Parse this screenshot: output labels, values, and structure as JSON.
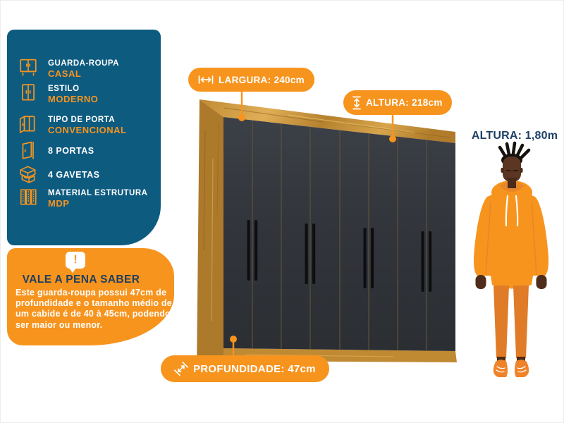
{
  "colors": {
    "panel_blue": "#0e5b80",
    "accent_orange": "#f7941e",
    "navy_text": "#1d3e5f",
    "door_gray": "#33373d",
    "wood": "#c9953d",
    "handle_black": "#0d0e11",
    "skin_brown": "#5b3623",
    "pants_orange": "#e07b28",
    "white": "#ffffff"
  },
  "spec_panel": {
    "items": [
      {
        "icon": "wardrobe-double-icon",
        "label": "GUARDA-ROUPA",
        "value": "CASAL"
      },
      {
        "icon": "wardrobe-style-icon",
        "label": "ESTILO",
        "value": "MODERNO"
      },
      {
        "icon": "door-type-icon",
        "label": "TIPO DE PORTA",
        "value": "CONVENCIONAL"
      },
      {
        "icon": "open-door-icon",
        "label": "8 PORTAS",
        "value": ""
      },
      {
        "icon": "drawers-icon",
        "label": "4 GAVETAS",
        "value": ""
      },
      {
        "icon": "boards-icon",
        "label": "MATERIAL ESTRUTURA",
        "value": "MDP"
      }
    ]
  },
  "tip_panel": {
    "icon": "alert-bubble-icon",
    "icon_glyph": "!",
    "title": "VALE A PENA SABER",
    "body_lines": [
      "Este guarda-roupa possui 47cm de",
      "profundidade e o tamanho médio de",
      "um cabide é de 40 à 45cm, podendo",
      "ser maior ou menor."
    ]
  },
  "dimension_badges": {
    "largura": {
      "icon": "width-arrow-icon",
      "label": "LARGURA: 240cm"
    },
    "altura": {
      "icon": "height-arrow-icon",
      "label": "ALTURA: 218cm"
    },
    "profundidade": {
      "icon": "depth-arrow-icon",
      "label": "PROFUNDIDADE: 47cm"
    }
  },
  "person": {
    "height_label": "ALTURA: 1,80m"
  }
}
